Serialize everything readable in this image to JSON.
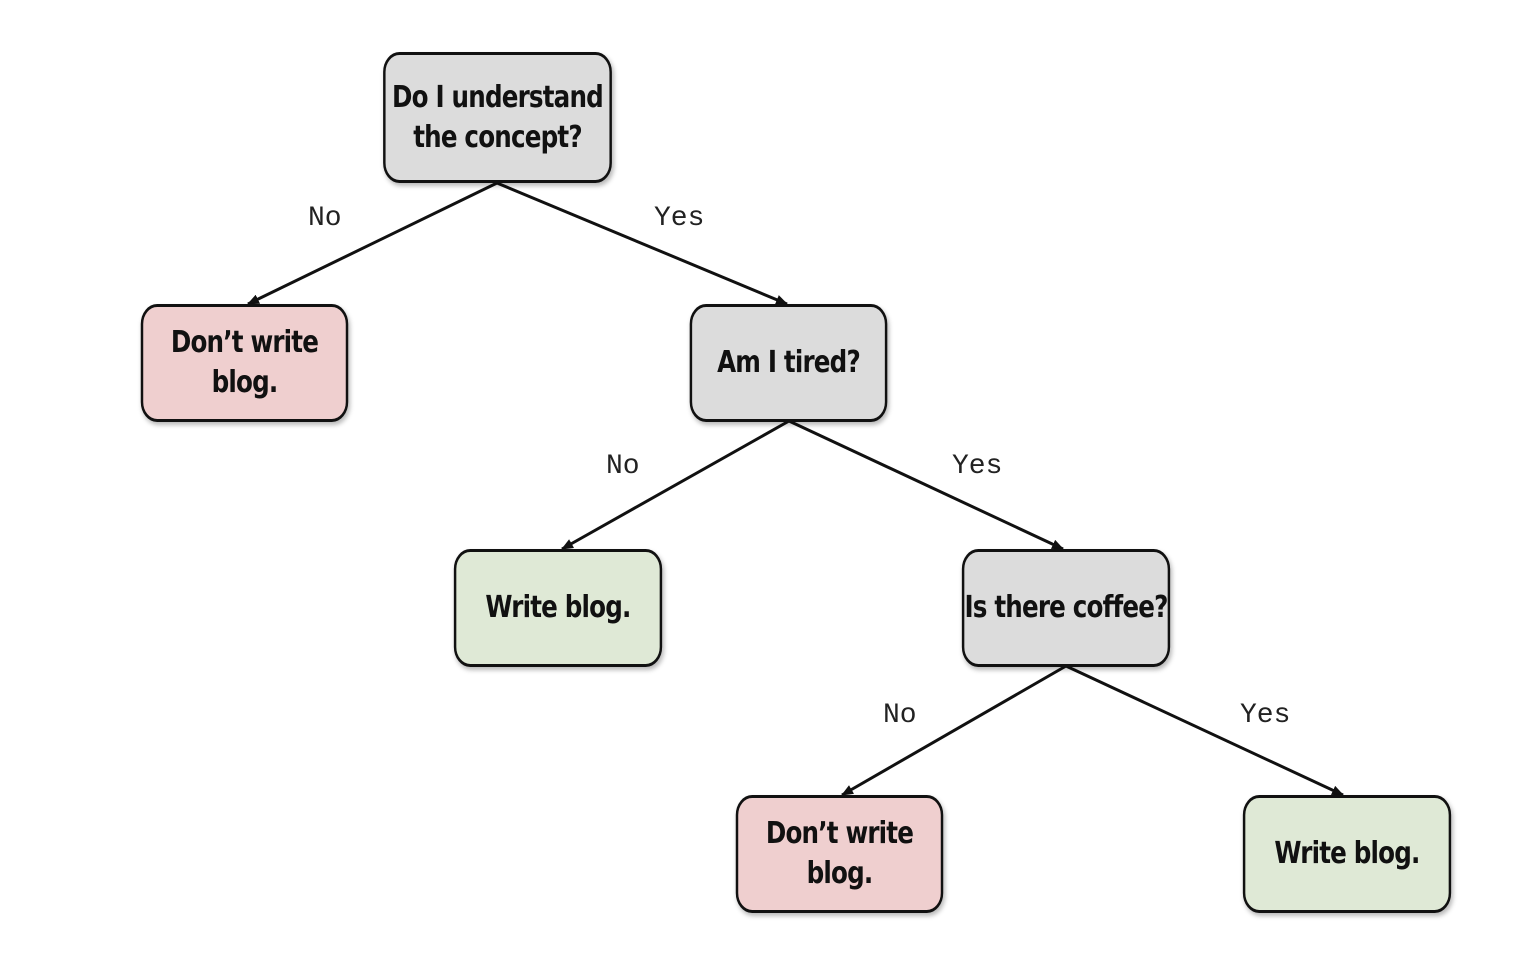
{
  "nodes": {
    "root": {
      "text": "Do I understand\nthe concept?"
    },
    "dont_write_1": {
      "text": "Don’t write\nblog."
    },
    "tired": {
      "text": "Am I tired?"
    },
    "write_1": {
      "text": "Write blog."
    },
    "coffee": {
      "text": "Is there coffee?"
    },
    "dont_write_2": {
      "text": "Don’t write\nblog."
    },
    "write_2": {
      "text": "Write blog."
    }
  },
  "edges": {
    "root_no": {
      "label": "No"
    },
    "root_yes": {
      "label": "Yes"
    },
    "tired_no": {
      "label": "No"
    },
    "tired_yes": {
      "label": "Yes"
    },
    "coffee_no": {
      "label": "No"
    },
    "coffee_yes": {
      "label": "Yes"
    }
  },
  "colors": {
    "question_fill": "#dcdcdc",
    "negative_fill": "#efcfcf",
    "positive_fill": "#dfe9d6",
    "stroke": "#111111"
  }
}
